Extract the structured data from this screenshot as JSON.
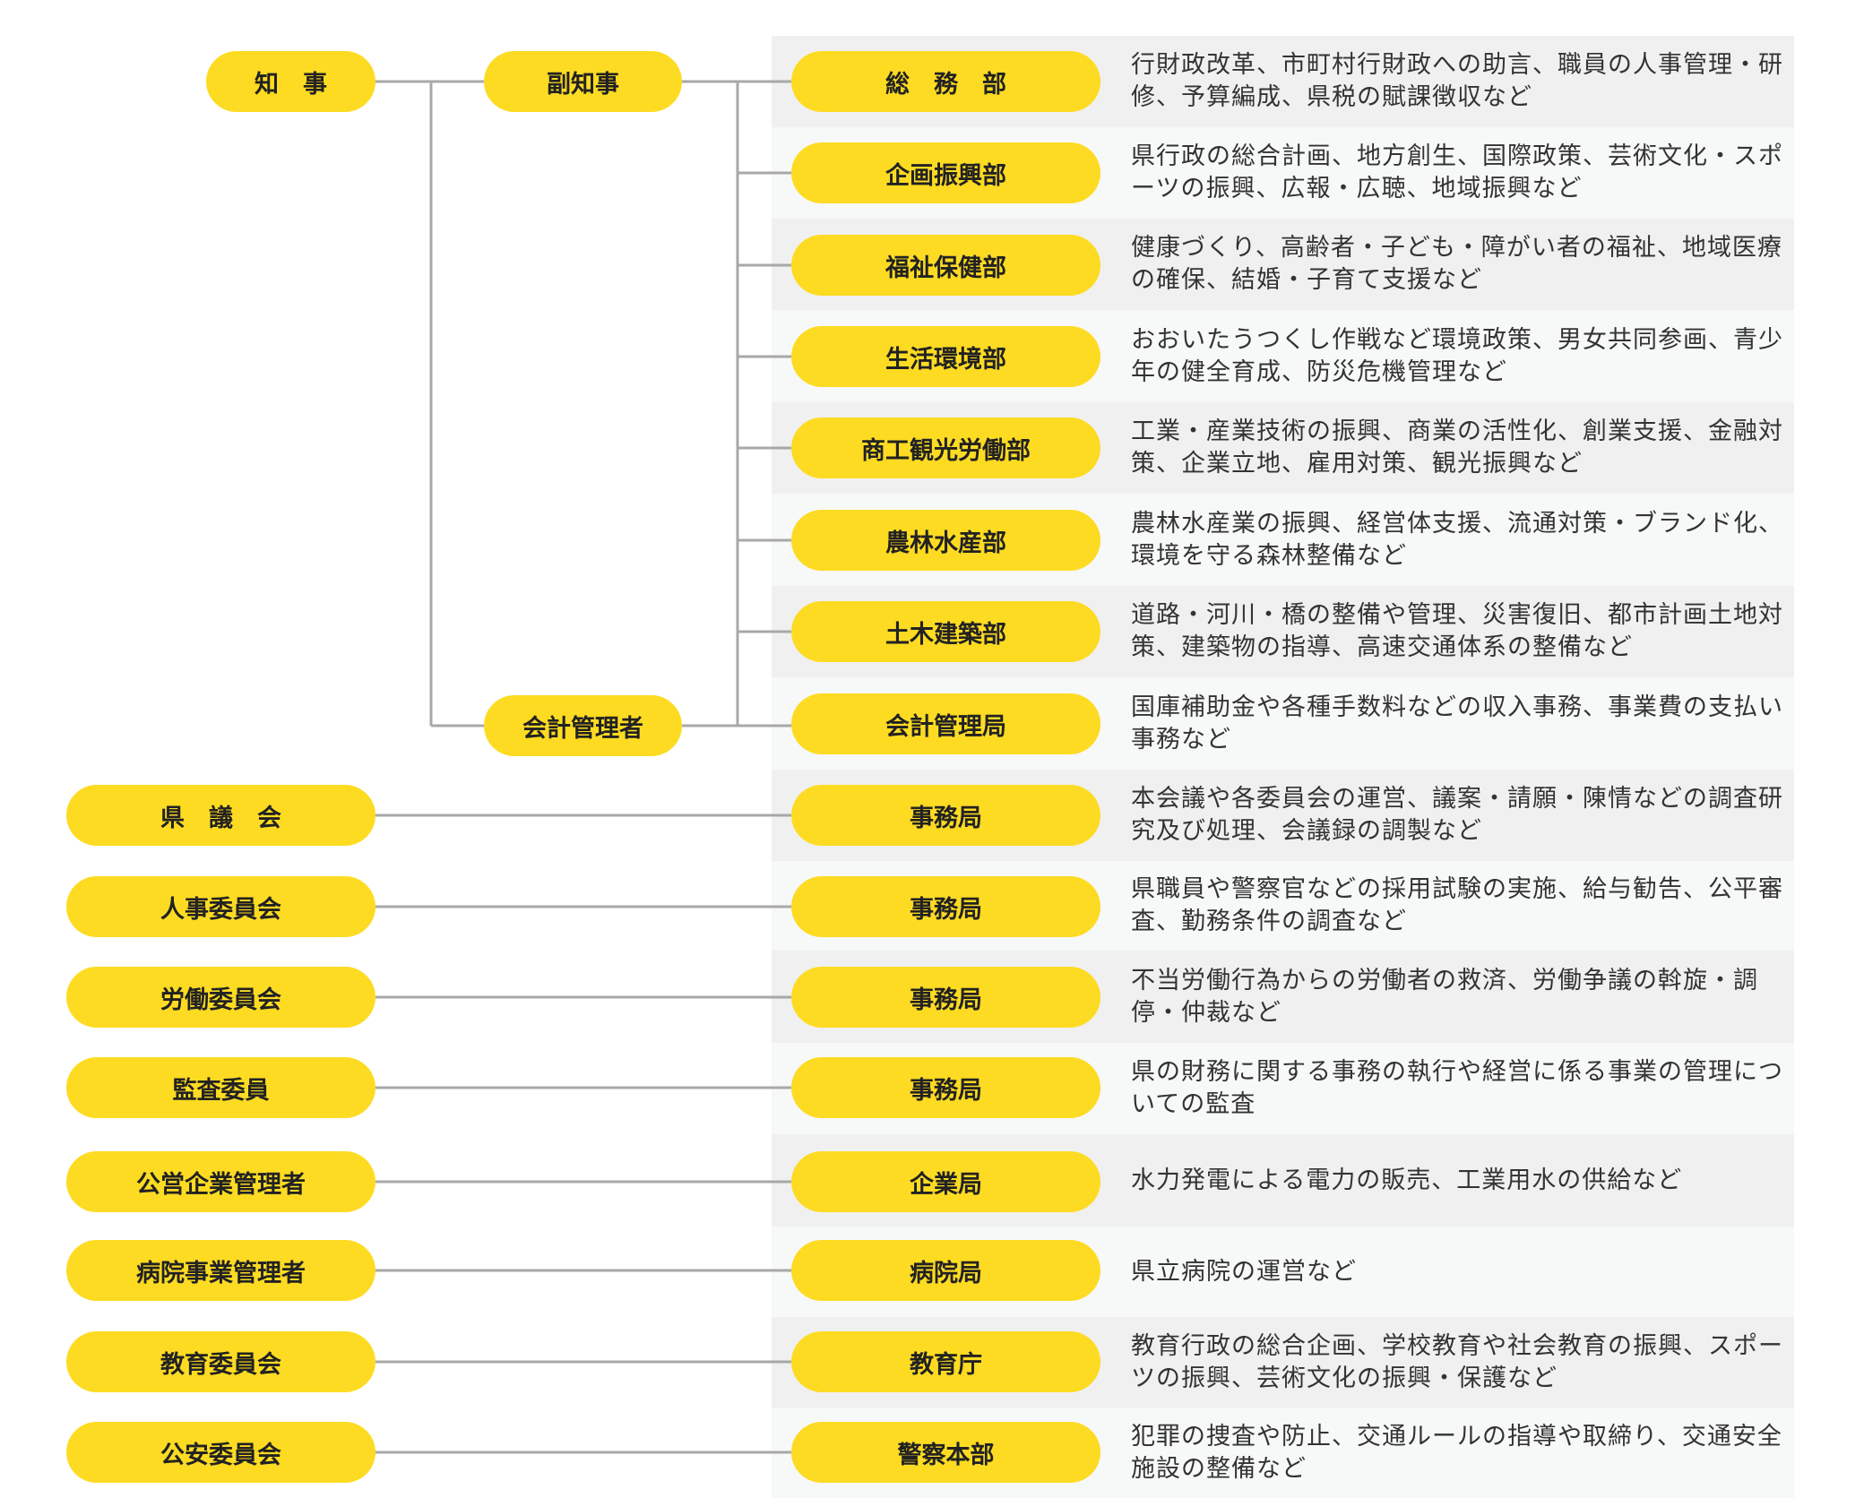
{
  "colors": {
    "pill": "#fddb22",
    "line": "#a8a8a8",
    "band_gray": "#f0f0f1",
    "band_light": "#f7f8f8",
    "text": "#333333"
  },
  "executive": {
    "governor": "知　事",
    "vice_governor": "副知事",
    "accounting_manager": "会計管理者"
  },
  "departments": [
    {
      "name": "総　務　部",
      "desc": "行財政改革、市町村行財政への助言、職員の人事管理・研修、予算編成、県税の賦課徴収など"
    },
    {
      "name": "企画振興部",
      "desc": "県行政の総合計画、地方創生、国際政策、芸術文化・スポーツの振興、広報・広聴、地域振興など"
    },
    {
      "name": "福祉保健部",
      "desc": "健康づくり、高齢者・子ども・障がい者の福祉、地域医療の確保、結婚・子育て支援など"
    },
    {
      "name": "生活環境部",
      "desc": "おおいたうつくし作戦など環境政策、男女共同参画、青少年の健全育成、防災危機管理など"
    },
    {
      "name": "商工観光労働部",
      "desc": "工業・産業技術の振興、商業の活性化、創業支援、金融対策、企業立地、雇用対策、観光振興など"
    },
    {
      "name": "農林水産部",
      "desc": "農林水産業の振興、経営体支援、流通対策・ブランド化、環境を守る森林整備など"
    },
    {
      "name": "土木建築部",
      "desc": "道路・河川・橋の整備や管理、災害復旧、都市計画土地対策、建築物の指導、高速交通体系の整備など"
    },
    {
      "name": "会計管理局",
      "desc": "国庫補助金や各種手数料などの収入事務、事業費の支払い事務など"
    }
  ],
  "independent": [
    {
      "body": "県　議　会",
      "office": "事務局",
      "desc": "本会議や各委員会の運営、議案・請願・陳情などの調査研究及び処理、会議録の調製など"
    },
    {
      "body": "人事委員会",
      "office": "事務局",
      "desc": "県職員や警察官などの採用試験の実施、給与勧告、公平審査、勤務条件の調査など"
    },
    {
      "body": "労働委員会",
      "office": "事務局",
      "desc": "不当労働行為からの労働者の救済、労働争議の斡旋・調停・仲裁など"
    },
    {
      "body": "監査委員",
      "office": "事務局",
      "desc": "県の財務に関する事務の執行や経営に係る事業の管理についての監査"
    },
    {
      "body": "公営企業管理者",
      "office": "企業局",
      "desc": "水力発電による電力の販売、工業用水の供給など"
    },
    {
      "body": "病院事業管理者",
      "office": "病院局",
      "desc": "県立病院の運営など"
    },
    {
      "body": "教育委員会",
      "office": "教育庁",
      "desc": "教育行政の総合企画、学校教育や社会教育の振興、スポーツの振興、芸術文化の振興・保護など"
    },
    {
      "body": "公安委員会",
      "office": "警察本部",
      "desc": "犯罪の捜査や防止、交通ルールの指導や取締り、交通安全施設の整備など"
    }
  ]
}
